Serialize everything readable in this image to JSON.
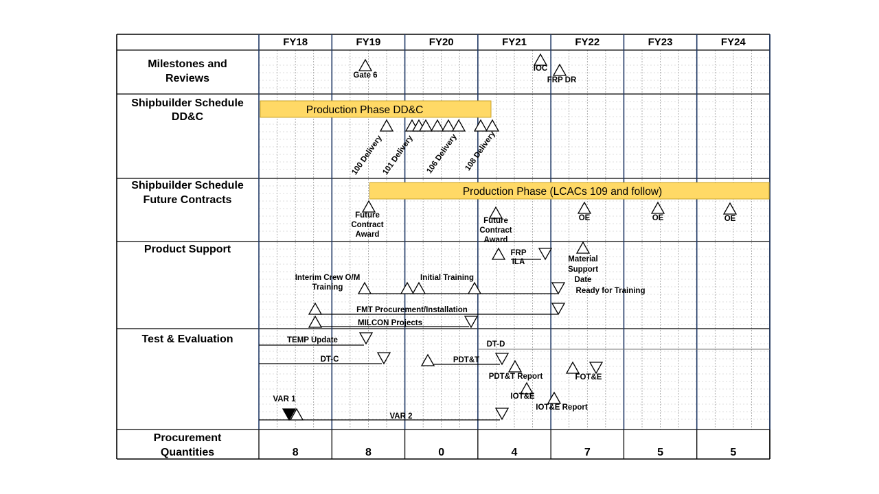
{
  "fiscal_years": [
    "FY18",
    "FY19",
    "FY20",
    "FY21",
    "FY22",
    "FY23",
    "FY24"
  ],
  "rows": [
    {
      "label_lines": [
        "Milestones and",
        "Reviews"
      ]
    },
    {
      "label_lines": [
        "Shipbuilder Schedule",
        "DD&C"
      ]
    },
    {
      "label_lines": [
        "Shipbuilder Schedule",
        "Future Contracts"
      ]
    },
    {
      "label_lines": [
        "Product Support"
      ]
    },
    {
      "label_lines": [
        "Test & Evaluation"
      ]
    },
    {
      "label_lines": [
        "Procurement",
        "Quantities"
      ]
    }
  ],
  "phase_bars": [
    {
      "label": "Production Phase DD&C",
      "start_fy": 18.0,
      "end_fy": 21.18
    },
    {
      "label": "Production Phase (LCACs 109 and follow)",
      "start_fy": 19.5,
      "end_fy": 25.0
    }
  ],
  "milestones": {
    "gate6": "Gate 6",
    "ioc": "IOC",
    "frp_dr": "FRP DR"
  },
  "deliveries": [
    "100 Delivery",
    "101 Delivery",
    "106 Delivery",
    "108 Delivery"
  ],
  "future_contracts": {
    "fc1_lines": [
      "Future",
      "Contract",
      "Award"
    ],
    "fc2_lines": [
      "Future",
      "Contract",
      "Award"
    ],
    "oe": "OE"
  },
  "product_support": {
    "frp_ila_lines": [
      "FRP",
      "ILA"
    ],
    "material_support_lines": [
      "Material",
      "Support",
      "Date"
    ],
    "interim_crew_lines": [
      "Interim Crew O/M",
      "Training"
    ],
    "initial_training": "Initial Training",
    "ready_for_training": "Ready for Training",
    "fmt": "FMT Procurement/Installation",
    "milcon": "MILCON Projects"
  },
  "test_eval": {
    "temp_update": "TEMP Update",
    "dt_d": "DT-D",
    "dt_c": "DT-C",
    "pdtt": "PDT&T",
    "pdtt_report": "PDT&T Report",
    "fote": "FOT&E",
    "iote": "IOT&E",
    "iote_report": "IOT&E Report",
    "var1": "VAR 1",
    "var2": "VAR 2"
  },
  "procurement_quantities": [
    "8",
    "8",
    "0",
    "4",
    "7",
    "5",
    "5"
  ],
  "colors": {
    "bar_fill": "#FFD966",
    "bar_stroke": "#C9A227",
    "year_line": "#1F3864",
    "grid": "#000000"
  }
}
